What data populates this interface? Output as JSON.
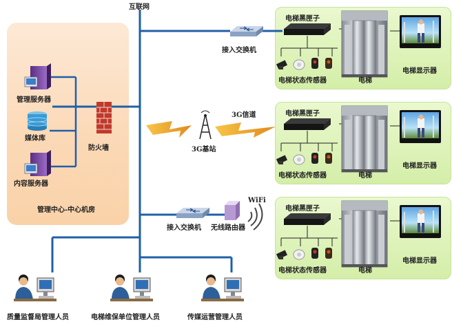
{
  "internet_label": "互联网",
  "center": {
    "title": "管理中心-中心机房",
    "mgmt_server": "管理服务器",
    "media_lib": "媒体库",
    "content_server": "内容服务器",
    "firewall": "防火墙"
  },
  "network": {
    "switch_top": "接入交换机",
    "channel_3g": "3G信道",
    "base_station_3g": "3G基站",
    "switch_bottom": "接入交换机",
    "wireless_router": "无线路由器",
    "wifi": "WiFi"
  },
  "panels": [
    {
      "blackbox": "电梯黑匣子",
      "sensor": "电梯状态传感器",
      "elevator": "电梯",
      "display": "电梯显示器"
    },
    {
      "blackbox": "电梯黑匣子",
      "sensor": "电梯状态传感器",
      "elevator": "电梯",
      "display": "电梯显示器"
    },
    {
      "blackbox": "电梯黑匣子",
      "sensor": "电梯状态传感器",
      "elevator": "电梯",
      "display": "电梯显示器"
    }
  ],
  "personnel": [
    {
      "label": "质量监督局管理人员"
    },
    {
      "label": "电梯维保单位管理人员"
    },
    {
      "label": "传媒运营管理人员"
    }
  ],
  "colors": {
    "network_line": "#1f5fa8",
    "panel_green": "#d4eea8",
    "center_bg": "#fbd8b5",
    "firewall_red": "#c0392b"
  }
}
